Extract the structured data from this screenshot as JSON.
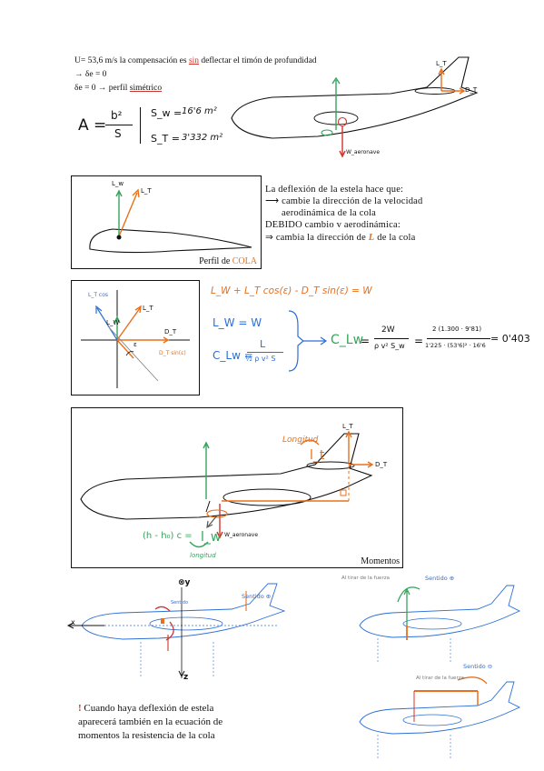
{
  "section1": {
    "line1_prefix": "U= 53,6 m/s la compensación es ",
    "line1_sin": "sin",
    "line1_suffix": " deflectar el timón de profundidad",
    "line2": "→ δe = 0",
    "line3_prefix": "δe = 0 → perfil ",
    "line3_highlight": "simétrico",
    "formula_A": "A =",
    "formula_num": "b²",
    "formula_den": "S",
    "sw": "S_w =",
    "sw_val": "16'6 m²",
    "st": "S_T =",
    "st_val": "3'332 m²",
    "label_LT": "L_T",
    "label_DT": "D_T",
    "label_W": "W_aeronave"
  },
  "section2": {
    "caption_prefix": "Perfil de ",
    "caption_highlight": "COLA",
    "label_LW": "L_w",
    "label_LT": "L_T",
    "text_line1": "La deflexión de la estela hace que:",
    "text_line2": "⟶ cambie la dirección de la velocidad",
    "text_line3": "aerodinámica de la cola",
    "text_line4": "DEBIDO cambio v aerodinámica:",
    "text_line5_prefix": "⇒ cambia la dirección de ",
    "text_line5_L": "L",
    "text_line5_suffix": " de la cola"
  },
  "section3": {
    "label_ltcos": "L_T cos",
    "label_LT": "L_T",
    "label_LW": "L_W",
    "label_DT": "D_T",
    "label_eps": "ε",
    "label_dtsin": "D_T sin(ε)",
    "eq_main": "L_W + L_T cos(ε) - D_T sin(ε) = W",
    "eq_lw": "L_W = W",
    "eq_cl": "C_Lw =",
    "eq_cl_num": "L",
    "eq_cl_den": "½ ρ v² S",
    "eq_clw": "C_Lw",
    "eq_eq": "=",
    "eq_frac1_num": "2W",
    "eq_frac1_den": "ρ v² S_w",
    "eq_frac2_num": "2 (1.300 · 9'81)",
    "eq_frac2_den": "1'225 · (53'6)² · 16'6",
    "eq_result": "= 0'403"
  },
  "section4": {
    "caption": "Momentos",
    "label_longitud_top": "Longitud",
    "label_lt": "l_t",
    "label_hh0": "(h - h₀) c =",
    "label_lw": "l_w",
    "label_longitud_bottom": "longitud",
    "label_LT": "L_T",
    "label_DT": "D_T",
    "label_W": "W_aeronave"
  },
  "section5": {
    "axis_y": "⊗y",
    "axis_x": "x",
    "axis_z": "z",
    "sentido_top": "Sentido ⊕",
    "sentido_left": "Sentido",
    "right1_label": "Al tirar de la fuerza",
    "right1_sentido": "Sentido ⊕",
    "right2_label": "Al tirar de la fuerza",
    "right2_sentido": "Sentido ⊖"
  },
  "note": {
    "exclaim": "!",
    "line1": "Cuando haya deflexión de estela",
    "line2": "aparecerá también en la ecuación de",
    "line3": "momentos la resistencia de la cola"
  }
}
